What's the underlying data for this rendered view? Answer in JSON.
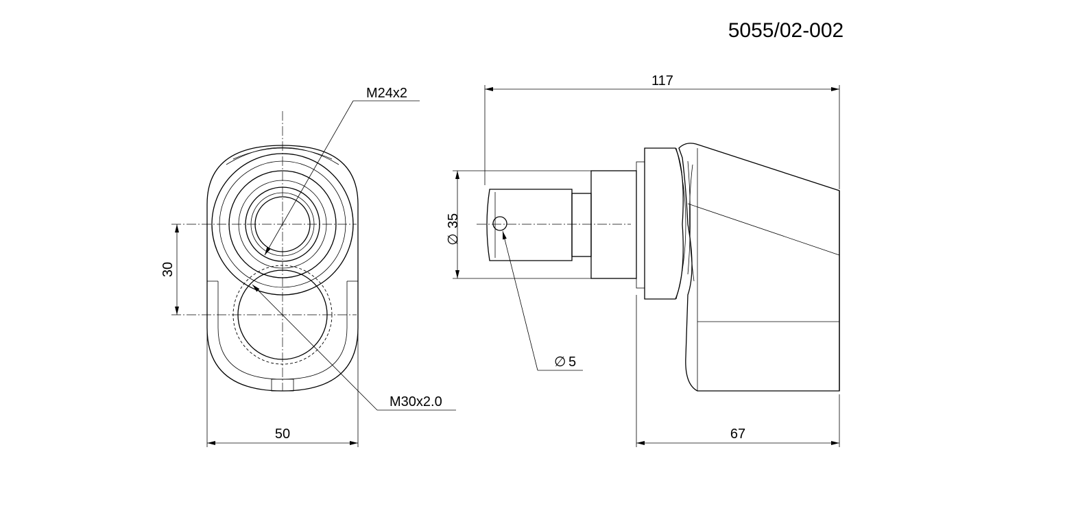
{
  "drawing_number": "5055/02-002",
  "dimensions": {
    "front_width": "50",
    "front_center_distance": "30",
    "outlet_thread": "M24x2",
    "inlet_thread": "M30x2.0",
    "side_total_length": "117",
    "side_body_length": "67",
    "stem_diameter": "35",
    "hole_diameter": "5",
    "diameter_symbol": "∅"
  },
  "colors": {
    "line": "#000000",
    "background": "#ffffff"
  }
}
